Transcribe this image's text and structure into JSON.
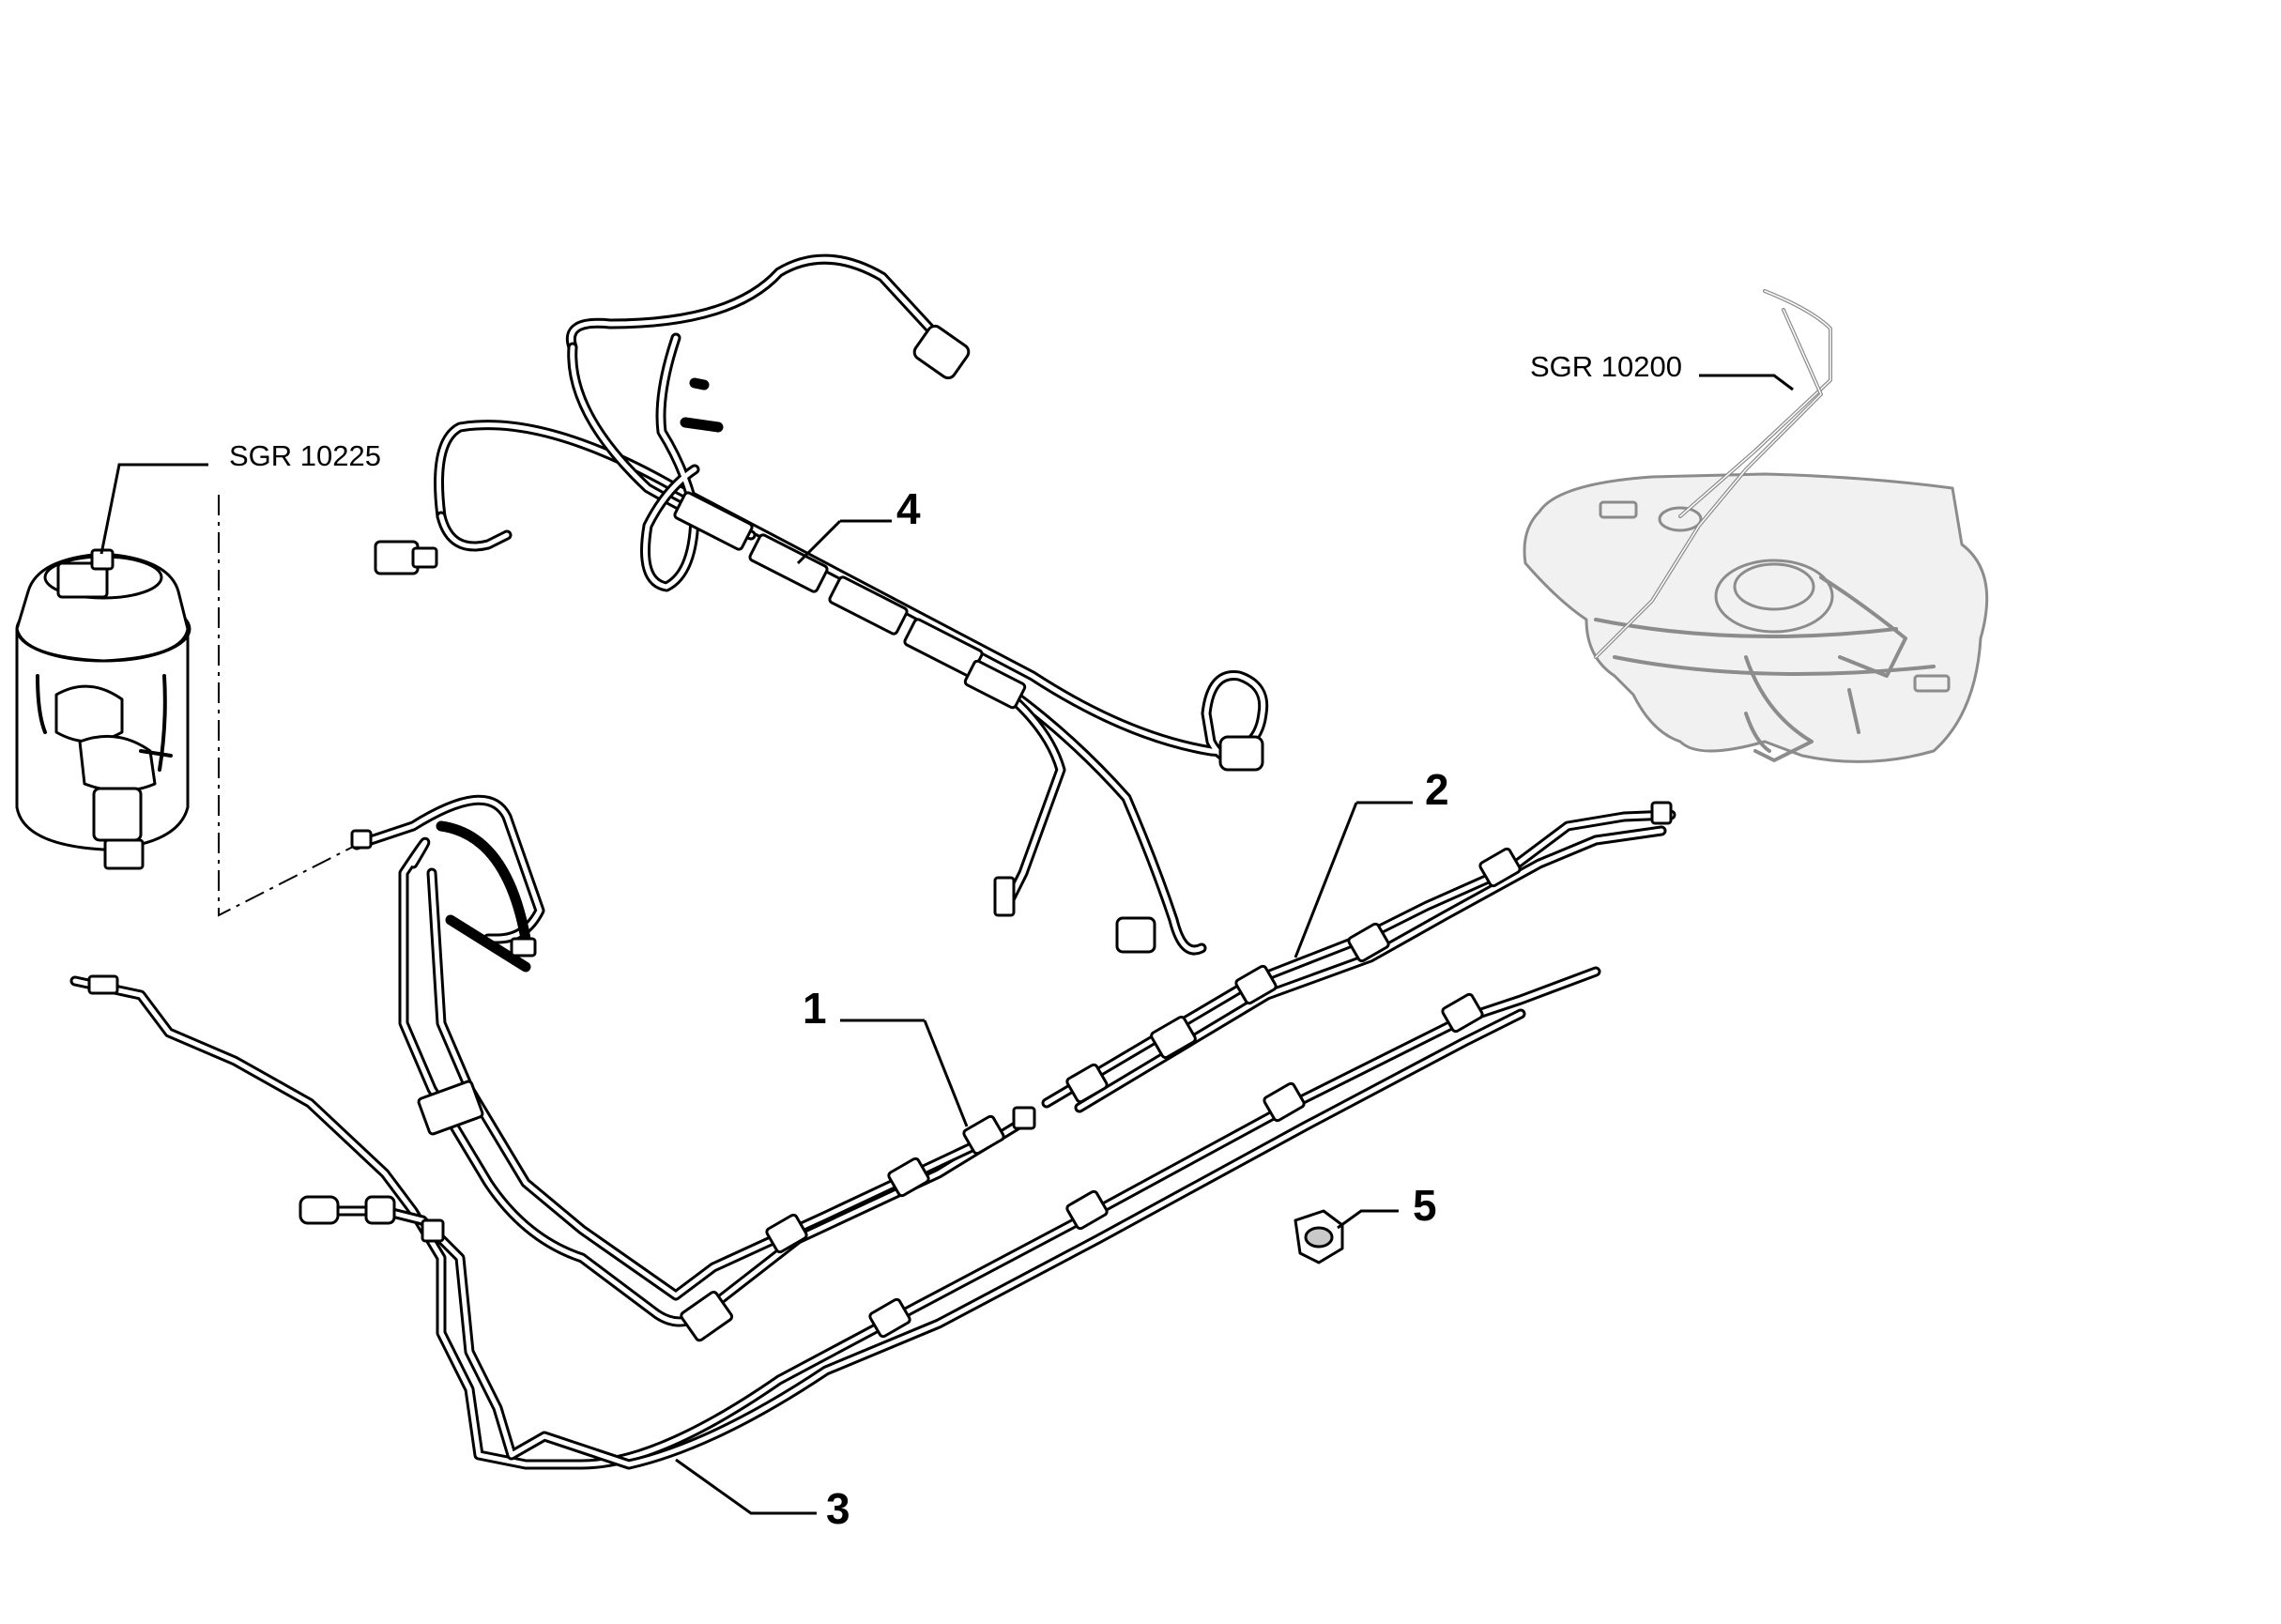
{
  "references": {
    "filter": "SGR 10225",
    "tank": "SGR 10200"
  },
  "callouts": {
    "p1": "1",
    "p2": "2",
    "p3": "3",
    "p4": "4",
    "p5": "5"
  }
}
